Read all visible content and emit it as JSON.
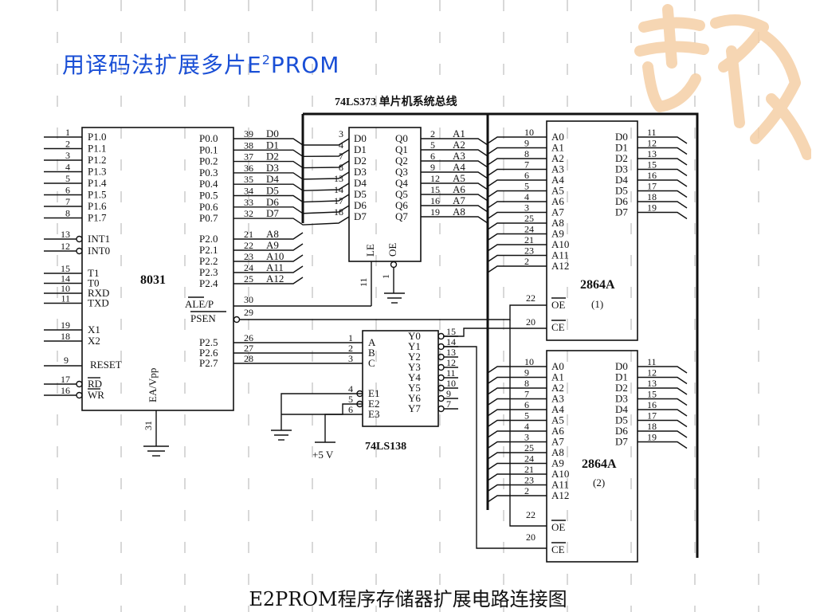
{
  "slide": {
    "title_main": "用译码法扩展多片E",
    "title_sup": "2",
    "title_tail": "PROM",
    "caption": "E2PROM程序存储器扩展电路连接图"
  },
  "diagram": {
    "bus_label": "74LS373   单片机系统总线",
    "cpu": {
      "name": "8031",
      "left_pins": [
        "P1.0",
        "P1.1",
        "P1.2",
        "P1.3",
        "P1.4",
        "P1.5",
        "P1.6",
        "P1.7"
      ],
      "left_nums": [
        "1",
        "2",
        "3",
        "4",
        "5",
        "6",
        "7",
        "8"
      ],
      "int_pins": [
        "INT1",
        "INT0"
      ],
      "int_nums": [
        "13",
        "12"
      ],
      "t_pins": [
        "T1",
        "T0",
        "RXD",
        "TXD"
      ],
      "t_nums": [
        "15",
        "14",
        "10",
        "11"
      ],
      "x_pins": [
        "X1",
        "X2"
      ],
      "x_nums": [
        "19",
        "18"
      ],
      "reset": "RESET",
      "reset_num": "9",
      "rw_pins": [
        "RD",
        "WR"
      ],
      "rw_nums": [
        "17",
        "16"
      ],
      "ea": "EA/Vpp",
      "ea_num": "31",
      "p0_pins": [
        "P0.0",
        "P0.1",
        "P0.2",
        "P0.3",
        "P0.4",
        "P0.5",
        "P0.6",
        "P0.7"
      ],
      "p0_nums": [
        "39",
        "38",
        "37",
        "36",
        "35",
        "34",
        "33",
        "32"
      ],
      "p0_data": [
        "D0",
        "D1",
        "D2",
        "D3",
        "D4",
        "D5",
        "D6",
        "D7"
      ],
      "p2_pins": [
        "P2.0",
        "P2.1",
        "P2.2",
        "P2.3",
        "P2.4"
      ],
      "p2_nums": [
        "21",
        "22",
        "23",
        "24",
        "25"
      ],
      "p2_addr": [
        "A8",
        "A9",
        "A10",
        "A11",
        "A12"
      ],
      "ale": "ALE/P",
      "ale_num": "30",
      "psen": "PSEN",
      "psen_num": "29",
      "p2x_pins": [
        "P2.5",
        "P2.6",
        "P2.7"
      ],
      "p2x_nums": [
        "26",
        "27",
        "28"
      ]
    },
    "latch": {
      "name": "74LS373",
      "d_pins": [
        "D0",
        "D1",
        "D2",
        "D3",
        "D4",
        "D5",
        "D6",
        "D7"
      ],
      "d_nums": [
        "3",
        "4",
        "7",
        "8",
        "13",
        "14",
        "17",
        "18"
      ],
      "q_pins": [
        "Q0",
        "Q1",
        "Q2",
        "Q3",
        "Q4",
        "Q5",
        "Q6",
        "Q7"
      ],
      "q_nums": [
        "2",
        "5",
        "6",
        "9",
        "12",
        "15",
        "16",
        "19"
      ],
      "q_addr": [
        "A1",
        "A2",
        "A3",
        "A4",
        "A5",
        "A6",
        "A7",
        "A8"
      ],
      "le": "LE",
      "le_num": "11",
      "oe": "OE",
      "oe_num": "1"
    },
    "decoder": {
      "name": "74LS138",
      "in_pins": [
        "A",
        "B",
        "C"
      ],
      "in_nums": [
        "1",
        "2",
        "3"
      ],
      "en_pins": [
        "E1",
        "E2",
        "E3"
      ],
      "en_nums": [
        "4",
        "5",
        "6"
      ],
      "y_pins": [
        "Y0",
        "Y1",
        "Y2",
        "Y3",
        "Y4",
        "Y5",
        "Y6",
        "Y7"
      ],
      "y_nums": [
        "15",
        "14",
        "13",
        "12",
        "11",
        "10",
        "9",
        "7"
      ],
      "vcc": "+5 V"
    },
    "eeprom1": {
      "name": "2864A",
      "index": "(1)",
      "a_pins": [
        "A0",
        "A1",
        "A2",
        "A3",
        "A4",
        "A5",
        "A6",
        "A7",
        "A8",
        "A9",
        "A10",
        "A11",
        "A12"
      ],
      "a_nums": [
        "10",
        "9",
        "8",
        "7",
        "6",
        "5",
        "4",
        "3",
        "25",
        "24",
        "21",
        "23",
        "2"
      ],
      "d_pins": [
        "D0",
        "D1",
        "D2",
        "D3",
        "D4",
        "D5",
        "D6",
        "D7"
      ],
      "d_nums": [
        "11",
        "12",
        "13",
        "15",
        "16",
        "17",
        "18",
        "19"
      ],
      "oe": "OE",
      "oe_num": "22",
      "ce": "CE",
      "ce_num": "20"
    },
    "eeprom2": {
      "name": "2864A",
      "index": "(2)",
      "a_pins": [
        "A0",
        "A1",
        "A2",
        "A3",
        "A4",
        "A5",
        "A6",
        "A7",
        "A8",
        "A9",
        "A10",
        "A11",
        "A12"
      ],
      "a_nums": [
        "10",
        "9",
        "8",
        "7",
        "6",
        "5",
        "4",
        "3",
        "25",
        "24",
        "21",
        "23",
        "2"
      ],
      "d_pins": [
        "D0",
        "D1",
        "D2",
        "D3",
        "D4",
        "D5",
        "D6",
        "D7"
      ],
      "d_nums": [
        "11",
        "12",
        "13",
        "15",
        "16",
        "17",
        "18",
        "19"
      ],
      "oe": "OE",
      "oe_num": "22",
      "ce": "CE",
      "ce_num": "20"
    }
  }
}
